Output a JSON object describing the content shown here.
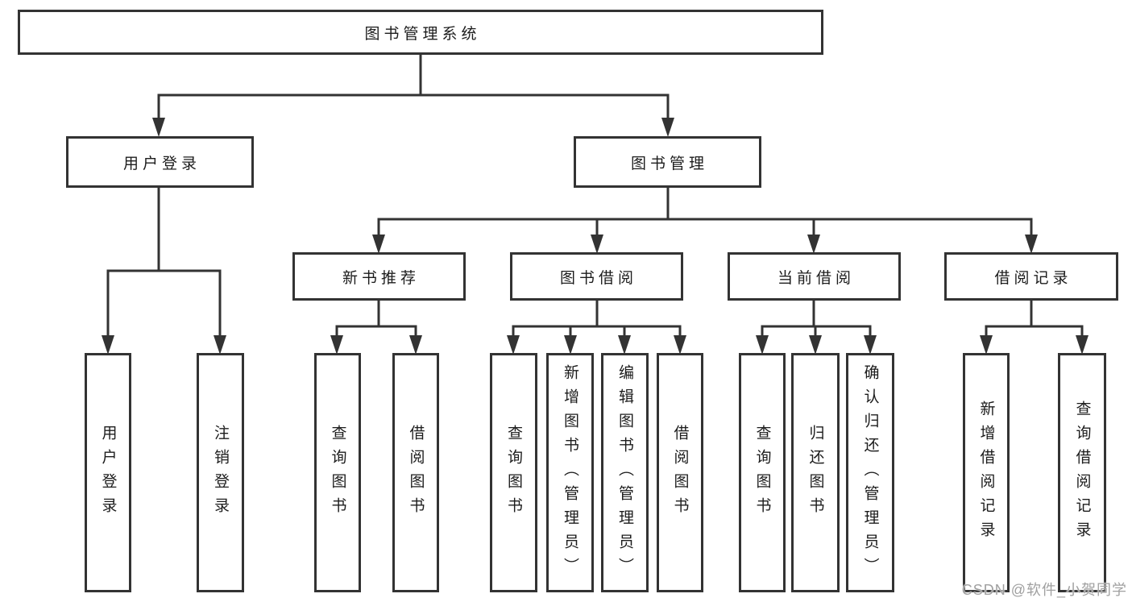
{
  "title": "图书管理系统",
  "colors": {
    "line": "#333333",
    "text": "#1c1c1c",
    "background": "#ffffff",
    "watermark": "#a0a0a0"
  },
  "watermark": "CSDN @软件_小贺同学",
  "tree": {
    "label": "图书管理系统",
    "children": [
      {
        "label": "用户登录",
        "children": [
          {
            "label": "用户登录"
          },
          {
            "label": "注销登录"
          }
        ]
      },
      {
        "label": "图书管理",
        "children": [
          {
            "label": "新书推荐",
            "children": [
              {
                "label": "查询图书"
              },
              {
                "label": "借阅图书"
              }
            ]
          },
          {
            "label": "图书借阅",
            "children": [
              {
                "label": "查询图书"
              },
              {
                "label": "新增图书（管理员）"
              },
              {
                "label": "编辑图书（管理员）"
              },
              {
                "label": "借阅图书"
              }
            ]
          },
          {
            "label": "当前借阅",
            "children": [
              {
                "label": "查询图书"
              },
              {
                "label": "归还图书"
              },
              {
                "label": "确认归还（管理员）"
              }
            ]
          },
          {
            "label": "借阅记录",
            "children": [
              {
                "label": "新增借阅记录"
              },
              {
                "label": "查询借阅记录"
              }
            ]
          }
        ]
      }
    ]
  }
}
